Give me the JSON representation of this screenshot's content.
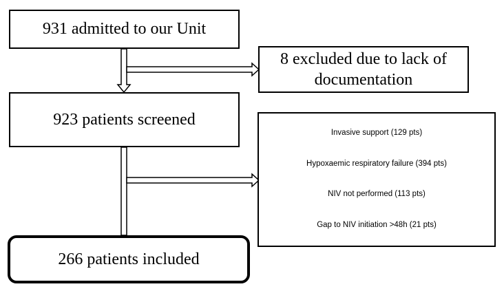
{
  "flowchart": {
    "admitted": "931 admitted to our Unit",
    "excluded_line1": "8 excluded due to lack of",
    "excluded_line2": "documentation",
    "screened": "923 patients screened",
    "criteria": [
      "Invasive support (129 pts)",
      "Hypoxaemic respiratory failure (394 pts)",
      "NIV not performed (113 pts)",
      "Gap to NIV initiation >48h (21 pts)"
    ],
    "included": "266 patients included"
  }
}
